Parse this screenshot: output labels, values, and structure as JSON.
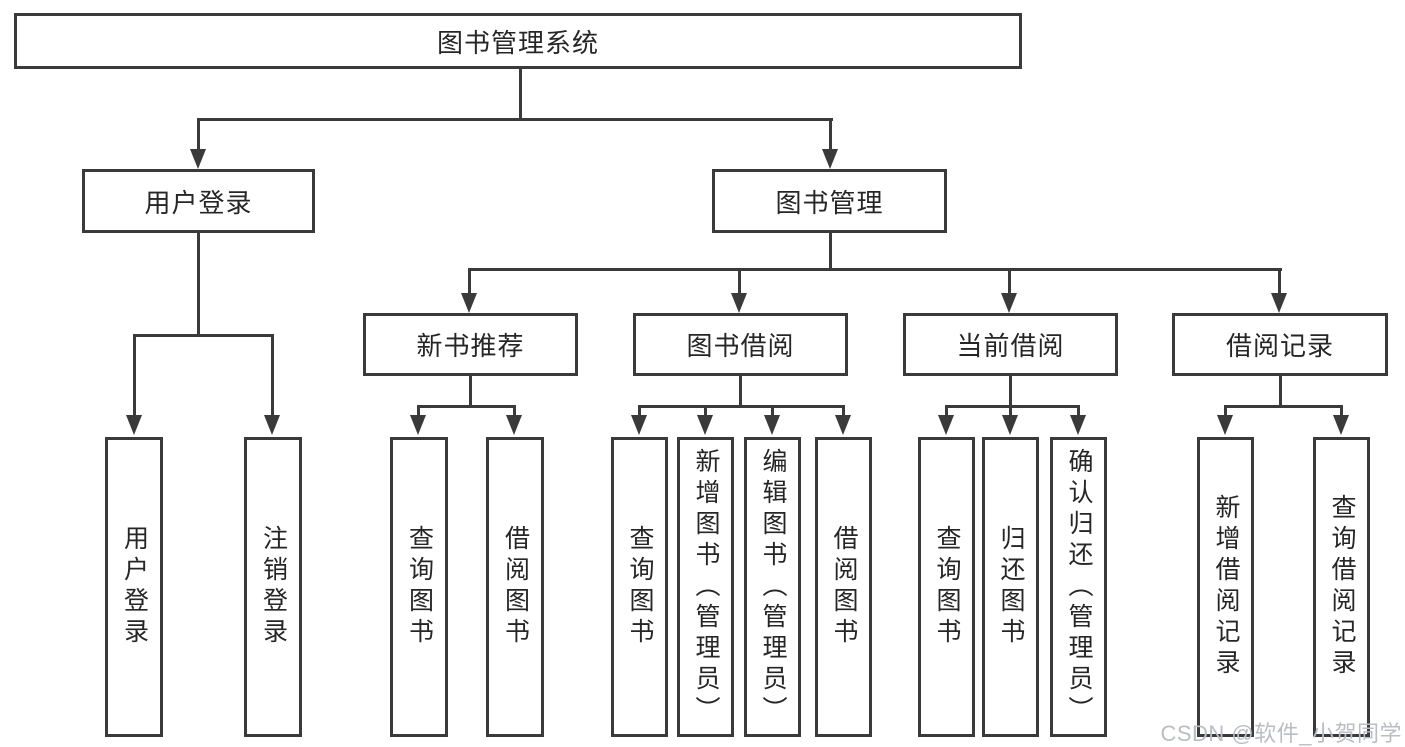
{
  "tree": {
    "root": {
      "label": "图书管理系统",
      "children": [
        {
          "label": "用户登录",
          "children": [
            {
              "label": "用户登录"
            },
            {
              "label": "注销登录"
            }
          ]
        },
        {
          "label": "图书管理",
          "children": [
            {
              "label": "新书推荐",
              "children": [
                {
                  "label": "查询图书"
                },
                {
                  "label": "借阅图书"
                }
              ]
            },
            {
              "label": "图书借阅",
              "children": [
                {
                  "label": "查询图书"
                },
                {
                  "label": "新增图书（管理员）"
                },
                {
                  "label": "编辑图书（管理员）"
                },
                {
                  "label": "借阅图书"
                }
              ]
            },
            {
              "label": "当前借阅",
              "children": [
                {
                  "label": "查询图书"
                },
                {
                  "label": "归还图书"
                },
                {
                  "label": "确认归还（管理员）"
                }
              ]
            },
            {
              "label": "借阅记录",
              "children": [
                {
                  "label": "新增借阅记录"
                },
                {
                  "label": "查询借阅记录"
                }
              ]
            }
          ]
        }
      ]
    }
  },
  "watermark": {
    "text": "CSDN @软件_小贺同学"
  },
  "colors": {
    "line": "#3a3a3a",
    "text": "#262626",
    "watermark": "#b9bdc4",
    "background": "#ffffff"
  }
}
